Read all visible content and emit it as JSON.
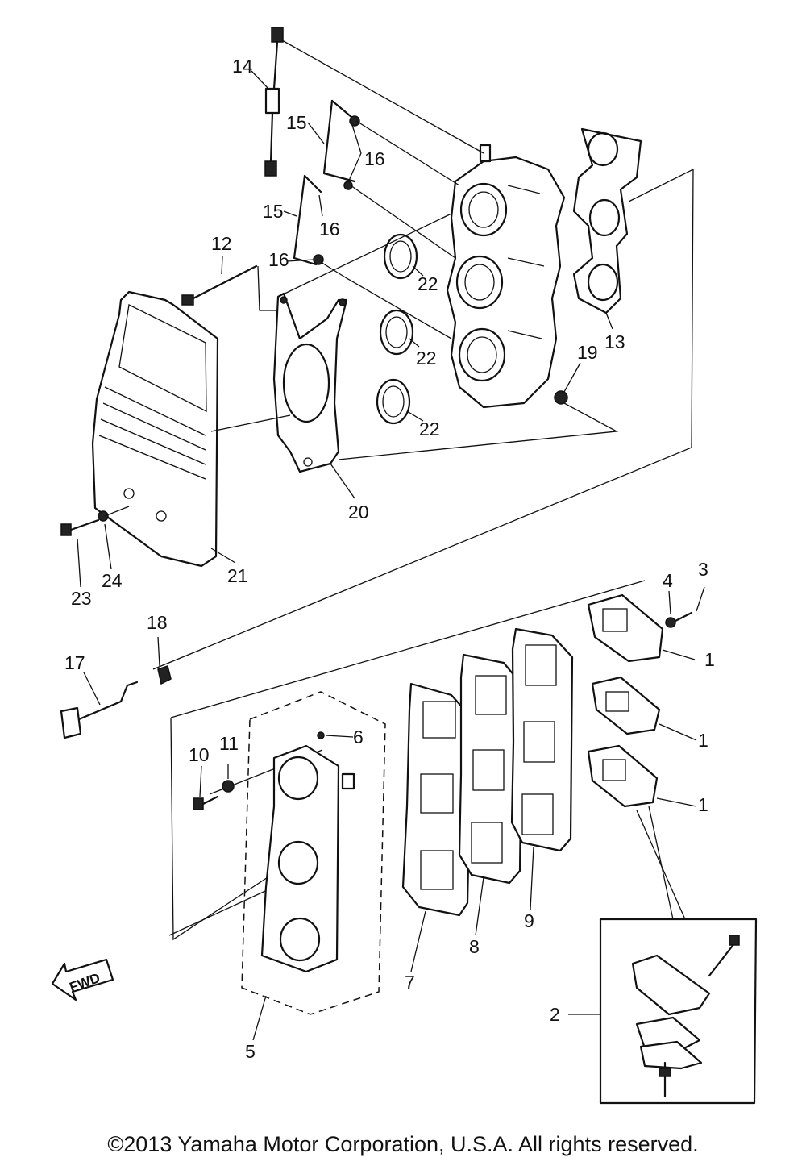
{
  "labels": {
    "p1a": "1",
    "p1b": "1",
    "p1c": "1",
    "p2": "2",
    "p3": "3",
    "p4": "4",
    "p5": "5",
    "p6": "6",
    "p7": "7",
    "p8": "8",
    "p9": "9",
    "p10": "10",
    "p11": "11",
    "p12": "12",
    "p13": "13",
    "p14": "14",
    "p15a": "15",
    "p15b": "15",
    "p16a": "16",
    "p16b": "16",
    "p16c": "16",
    "p17": "17",
    "p18": "18",
    "p19": "19",
    "p20": "20",
    "p21": "21",
    "p22a": "22",
    "p22b": "22",
    "p22c": "22",
    "p23": "23",
    "p24": "24"
  },
  "fwd_label": "FWD",
  "copyright": "©2013 Yamaha Motor Corporation, U.S.A. All rights reserved."
}
